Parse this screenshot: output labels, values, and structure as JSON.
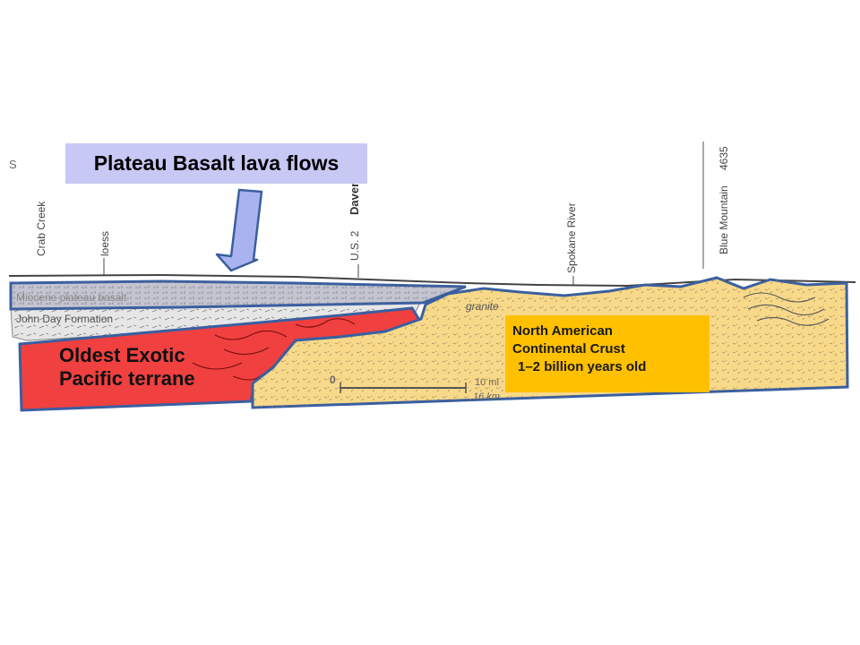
{
  "callouts": {
    "basalt": "Plateau Basalt lava flows",
    "crust_line1": "North American",
    "crust_line2": "Continental Crust",
    "crust_line3": "1–2 billion years old",
    "terrane_line1": "Oldest Exotic",
    "terrane_line2": "Pacific terrane"
  },
  "labels": {
    "edge_left": "S",
    "crab_creek": "Crab Creek",
    "loess": "loess",
    "us2": "U.S. 2",
    "davenport": "Daven",
    "spokane_river": "Spokane River",
    "blue_mountain": "Blue Mountain",
    "elevation": "4635",
    "miocene": "Miocene plateau basalt",
    "john_day": "John Day Formation",
    "granite": "granite",
    "scale_zero": "0",
    "scale_miles": "10 mi",
    "scale_km": "16 km"
  },
  "colors": {
    "basalt_callout": "#c8c8f5",
    "crust_box": "#ffc000",
    "terrane": "#f04040",
    "crust": "#f8d98a",
    "outline": "#3a5fa0",
    "arrow": "#a9b3f0"
  }
}
